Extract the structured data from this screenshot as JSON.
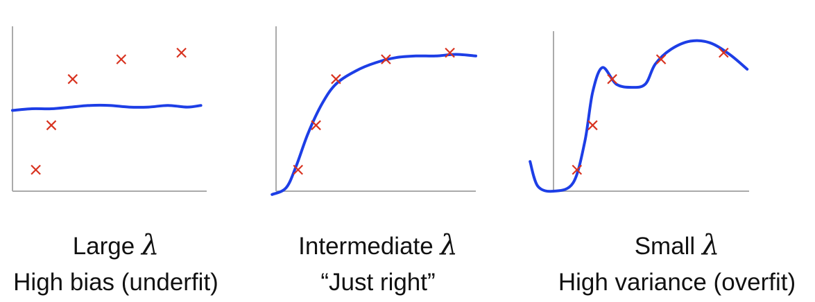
{
  "colors": {
    "axis": "#aaaaaa",
    "curve": "#1d3ee6",
    "marker": "#d8321f"
  },
  "captions": [
    {
      "line1": "Large",
      "symbol": "λ",
      "line2": "High bias (underfit)"
    },
    {
      "line1": "Intermediate",
      "symbol": "λ",
      "line2": "“Just right”"
    },
    {
      "line1": "Small",
      "symbol": "λ",
      "line2": "High variance (overfit)"
    }
  ],
  "chart_data": [
    {
      "type": "scatter",
      "title": "",
      "xlabel": "",
      "ylabel": "",
      "xlim": [
        0,
        10
      ],
      "ylim": [
        0,
        10
      ],
      "points": [
        [
          1.2,
          1.3
        ],
        [
          2.0,
          4.0
        ],
        [
          3.1,
          6.8
        ],
        [
          5.6,
          8.0
        ],
        [
          8.7,
          8.4
        ]
      ],
      "fit_curve": [
        [
          0,
          4.9
        ],
        [
          1,
          5.0
        ],
        [
          2,
          5.0
        ],
        [
          3,
          5.1
        ],
        [
          4,
          5.2
        ],
        [
          5,
          5.2
        ],
        [
          6,
          5.1
        ],
        [
          7,
          5.1
        ],
        [
          8,
          5.2
        ],
        [
          9,
          5.1
        ],
        [
          9.7,
          5.2
        ]
      ]
    },
    {
      "type": "scatter",
      "title": "",
      "xlabel": "",
      "ylabel": "",
      "xlim": [
        0,
        10
      ],
      "ylim": [
        0,
        10
      ],
      "points": [
        [
          1.1,
          1.3
        ],
        [
          2.0,
          4.0
        ],
        [
          3.0,
          6.8
        ],
        [
          5.5,
          8.0
        ],
        [
          8.7,
          8.4
        ]
      ],
      "fit_curve": [
        [
          -0.2,
          -0.2
        ],
        [
          0.5,
          0.2
        ],
        [
          1.0,
          1.5
        ],
        [
          1.6,
          3.5
        ],
        [
          2.3,
          5.3
        ],
        [
          3.0,
          6.5
        ],
        [
          4.0,
          7.3
        ],
        [
          5.0,
          7.8
        ],
        [
          6.0,
          8.1
        ],
        [
          7.0,
          8.2
        ],
        [
          8.0,
          8.2
        ],
        [
          9.0,
          8.3
        ],
        [
          10.0,
          8.2
        ]
      ]
    },
    {
      "type": "scatter",
      "title": "",
      "xlabel": "",
      "ylabel": "",
      "xlim": [
        0,
        10
      ],
      "ylim": [
        0,
        10
      ],
      "points": [
        [
          1.2,
          1.3
        ],
        [
          2.0,
          4.0
        ],
        [
          3.0,
          6.8
        ],
        [
          5.5,
          8.0
        ],
        [
          8.7,
          8.4
        ]
      ],
      "fit_curve": [
        [
          -1.2,
          1.8
        ],
        [
          -0.8,
          0.3
        ],
        [
          0.0,
          0.0
        ],
        [
          1.0,
          0.5
        ],
        [
          1.6,
          3.0
        ],
        [
          2.0,
          6.0
        ],
        [
          2.5,
          7.5
        ],
        [
          3.2,
          6.5
        ],
        [
          4.0,
          6.3
        ],
        [
          4.7,
          6.5
        ],
        [
          5.2,
          7.7
        ],
        [
          6.0,
          8.6
        ],
        [
          7.0,
          9.1
        ],
        [
          8.0,
          9.0
        ],
        [
          9.0,
          8.3
        ],
        [
          9.9,
          7.4
        ]
      ]
    }
  ]
}
